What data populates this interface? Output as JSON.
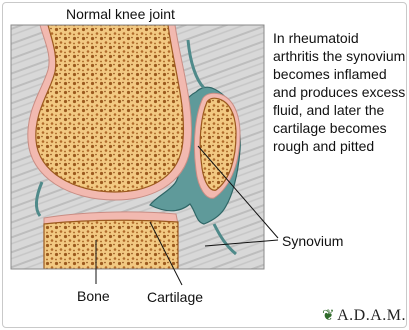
{
  "title": "Normal knee joint",
  "caption": "In rheumatoid arthritis the synovium becomes inflamed and produces excess fluid, and later the cartilage becomes rough and pitted",
  "labels": {
    "synovium": "Synovium",
    "bone": "Bone",
    "cartilage": "Cartilage"
  },
  "logo": {
    "text": "A.D.A.M.",
    "icon": "leaf-icon"
  },
  "colors": {
    "bone_fill": "#f2c982",
    "bone_pores": "#9c5a1e",
    "cartilage": "#f2b9b0",
    "synovium": "#5f9a9a",
    "tissue": "#cfcfcf"
  }
}
